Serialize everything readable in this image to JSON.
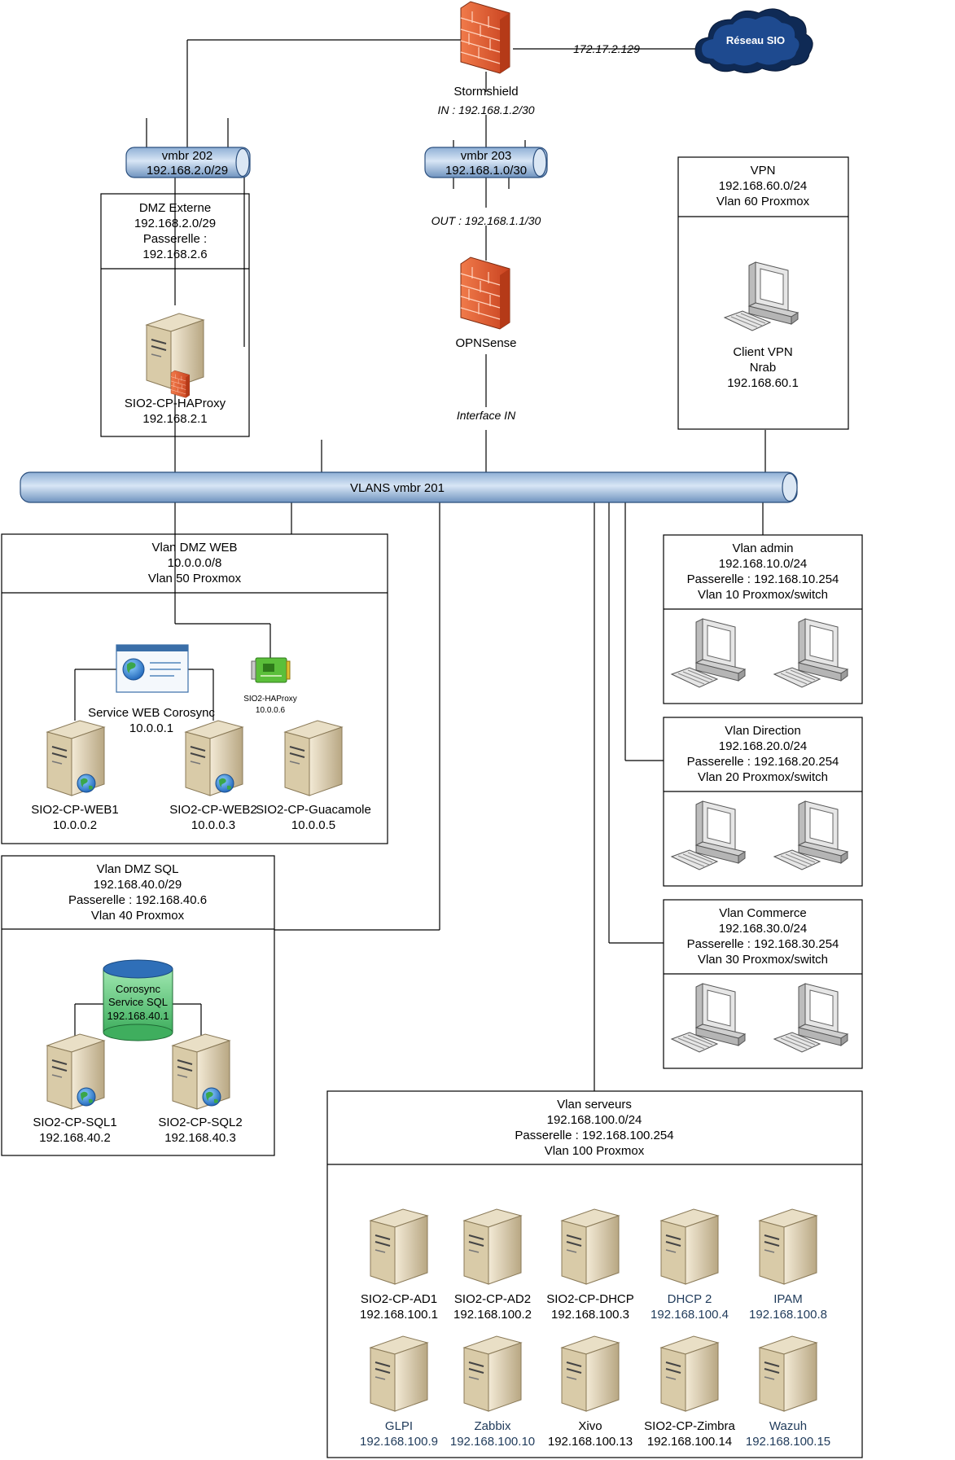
{
  "cloud": {
    "label": "Réseau SIO",
    "link_ip": "172.17.2.129"
  },
  "stormshield": {
    "name": "Stormshield",
    "in_ip": "IN : 192.168.1.2/30"
  },
  "vmbr202": {
    "name": "vmbr 202",
    "subnet": "192.168.2.0/29"
  },
  "vmbr203": {
    "name": "vmbr 203",
    "subnet": "192.168.1.0/30"
  },
  "opnsense": {
    "out_ip": "OUT : 192.168.1.1/30",
    "name": "OPNSense",
    "interface": "Interface IN"
  },
  "dmz_ext": {
    "title": "DMZ Externe",
    "subnet": "192.168.2.0/29",
    "gw_label": "Passerelle :",
    "gw": "192.168.2.6",
    "server_name": "SIO2-CP-HAProxy",
    "server_ip": "192.168.2.1"
  },
  "vpn": {
    "title": "VPN",
    "subnet": "192.168.60.0/24",
    "vlan": "Vlan 60 Proxmox",
    "client_name": "Client VPN",
    "client_user": "Nrab",
    "client_ip": "192.168.60.1"
  },
  "bus": {
    "label": "VLANS vmbr 201"
  },
  "dmz_web": {
    "title": "Vlan DMZ WEB",
    "subnet": "10.0.0.0/8",
    "vlan": "Vlan 50 Proxmox",
    "service_name": "Service WEB Corosync",
    "service_ip": "10.0.0.1",
    "haproxy_name": "SIO2-HAProxy",
    "haproxy_ip": "10.0.0.6",
    "servers": [
      {
        "name": "SIO2-CP-WEB1",
        "ip": "10.0.0.2"
      },
      {
        "name": "SIO2-CP-WEB2",
        "ip": "10.0.0.3"
      },
      {
        "name": "SIO2-CP-Guacamole",
        "ip": "10.0.0.5"
      }
    ]
  },
  "dmz_sql": {
    "title": "Vlan DMZ SQL",
    "subnet": "192.168.40.0/29",
    "gw": "Passerelle : 192.168.40.6",
    "vlan": "Vlan 40 Proxmox",
    "db_line1": "Corosync",
    "db_line2": "Service SQL",
    "db_ip": "192.168.40.1",
    "servers": [
      {
        "name": "SIO2-CP-SQL1",
        "ip": "192.168.40.2"
      },
      {
        "name": "SIO2-CP-SQL2",
        "ip": "192.168.40.3"
      }
    ]
  },
  "vlan_admin": {
    "title": "Vlan admin",
    "subnet": "192.168.10.0/24",
    "gw": "Passerelle : 192.168.10.254",
    "vlan": "Vlan 10 Proxmox/switch"
  },
  "vlan_direction": {
    "title": "Vlan Direction",
    "subnet": "192.168.20.0/24",
    "gw": "Passerelle : 192.168.20.254",
    "vlan": "Vlan 20 Proxmox/switch"
  },
  "vlan_commerce": {
    "title": "Vlan Commerce",
    "subnet": "192.168.30.0/24",
    "gw": "Passerelle : 192.168.30.254",
    "vlan": "Vlan 30 Proxmox/switch"
  },
  "vlan_serveurs": {
    "title": "Vlan serveurs",
    "subnet": "192.168.100.0/24",
    "gw": "Passerelle : 192.168.100.254",
    "vlan": "Vlan 100 Proxmox",
    "row1": [
      {
        "name": "SIO2-CP-AD1",
        "ip": "192.168.100.1"
      },
      {
        "name": "SIO2-CP-AD2",
        "ip": "192.168.100.2"
      },
      {
        "name": "SIO2-CP-DHCP",
        "ip": "192.168.100.3"
      },
      {
        "name": "DHCP 2",
        "ip": "192.168.100.4"
      },
      {
        "name": "IPAM",
        "ip": "192.168.100.8"
      }
    ],
    "row2": [
      {
        "name": "GLPI",
        "ip": "192.168.100.9"
      },
      {
        "name": "Zabbix",
        "ip": "192.168.100.10"
      },
      {
        "name": "Xivo",
        "ip": "192.168.100.13"
      },
      {
        "name": "SIO2-CP-Zimbra",
        "ip": "192.168.100.14"
      },
      {
        "name": "Wazuh",
        "ip": "192.168.100.15"
      }
    ]
  }
}
